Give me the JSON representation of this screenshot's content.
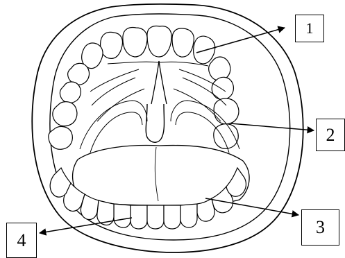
{
  "diagram": {
    "subject": "open-mouth-anatomy",
    "callouts": [
      {
        "id": "1",
        "label": "1"
      },
      {
        "id": "2",
        "label": "2"
      },
      {
        "id": "3",
        "label": "3"
      },
      {
        "id": "4",
        "label": "4"
      }
    ],
    "colors": {
      "line": "#000000",
      "background": "#ffffff"
    }
  }
}
